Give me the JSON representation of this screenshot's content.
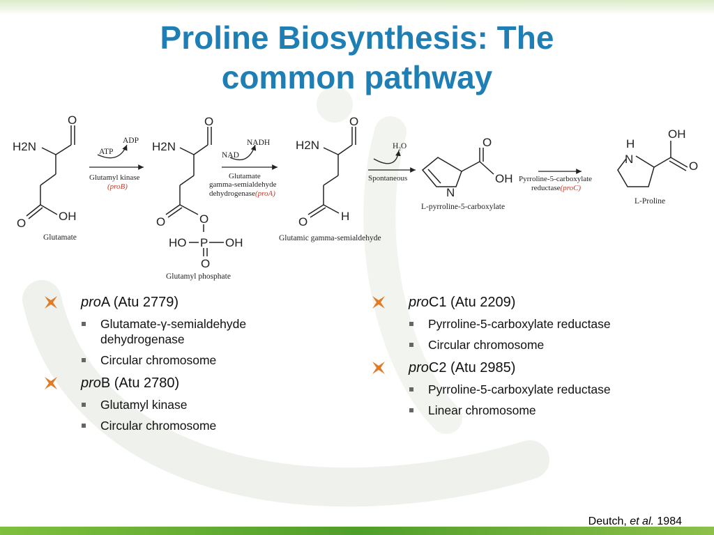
{
  "title": {
    "line1": "Proline Biosynthesis: The",
    "line2": "common pathway"
  },
  "diagram": {
    "molecules": {
      "glutamate": {
        "h2n": "H2N",
        "o_top": "O",
        "o_bottom": "O",
        "oh": "OH",
        "label": "Glutamate"
      },
      "glutamyl_phosphate": {
        "h2n": "H2N",
        "o_top": "O",
        "o_mid": "O",
        "o_ester": "O",
        "o_p": "O",
        "ho": "HO",
        "p": "P",
        "oh": "OH",
        "label": "Glutamyl phosphate"
      },
      "gsa": {
        "h2n": "H2N",
        "o_top": "O",
        "o_bottom": "O",
        "h": "H",
        "label": "Glutamic gamma-semialdehyde"
      },
      "p5c": {
        "o": "O",
        "oh": "OH",
        "n": "N",
        "label": "L-pyrroline-5-carboxylate"
      },
      "proline": {
        "h": "H",
        "n": "N",
        "oh": "OH",
        "o": "O",
        "label": "L-Proline"
      }
    },
    "steps": {
      "step1": {
        "in": "ATP",
        "out": "ADP",
        "enzyme": "Glutamyl kinase",
        "gene_open": "(",
        "gene": "proB",
        "gene_close": ")"
      },
      "step2": {
        "in": "NAD",
        "out": "NADH",
        "enzyme_l1": "Glutamate",
        "enzyme_l2": "gamma-semialdehyde",
        "enzyme_l3": "dehydrogenase",
        "gene_open": "(",
        "gene": "proA",
        "gene_close": ")"
      },
      "step3": {
        "water_h": "H",
        "water_sub": "2",
        "water_o": "O",
        "label": "Spontaneous"
      },
      "step4": {
        "enzyme_l1": "Pyrroline-5-carboxylate",
        "enzyme_l2": "reductase",
        "gene_open": "(",
        "gene": "proC",
        "gene_close": ")"
      }
    }
  },
  "left_column": {
    "items": [
      {
        "gene_italic": "pro",
        "gene_rest": "A (Atu 2779)",
        "subs": [
          "Glutamate-γ-semialdehyde",
          "dehydrogenase",
          "Circular chromosome"
        ]
      },
      {
        "gene_italic": "pro",
        "gene_rest": "B (Atu 2780)",
        "subs": [
          "Glutamyl kinase",
          "Circular chromosome"
        ]
      }
    ]
  },
  "right_column": {
    "items": [
      {
        "gene_italic": "pro",
        "gene_rest": "C1 (Atu 2209)",
        "subs": [
          "Pyrroline-5-carboxylate reductase",
          "Circular chromosome"
        ]
      },
      {
        "gene_italic": "pro",
        "gene_rest": "C2 (Atu 2985)",
        "subs": [
          "Pyrroline-5-carboxylate reductase",
          "Linear chromosome"
        ]
      }
    ]
  },
  "citation": {
    "author": "Deutch,",
    "etal": "et al.",
    "year": "1984"
  },
  "colors": {
    "title": "#1f7fb5",
    "bullet": "#e07b28",
    "gene_red": "#c0392b",
    "band_green": "#5aa832"
  }
}
